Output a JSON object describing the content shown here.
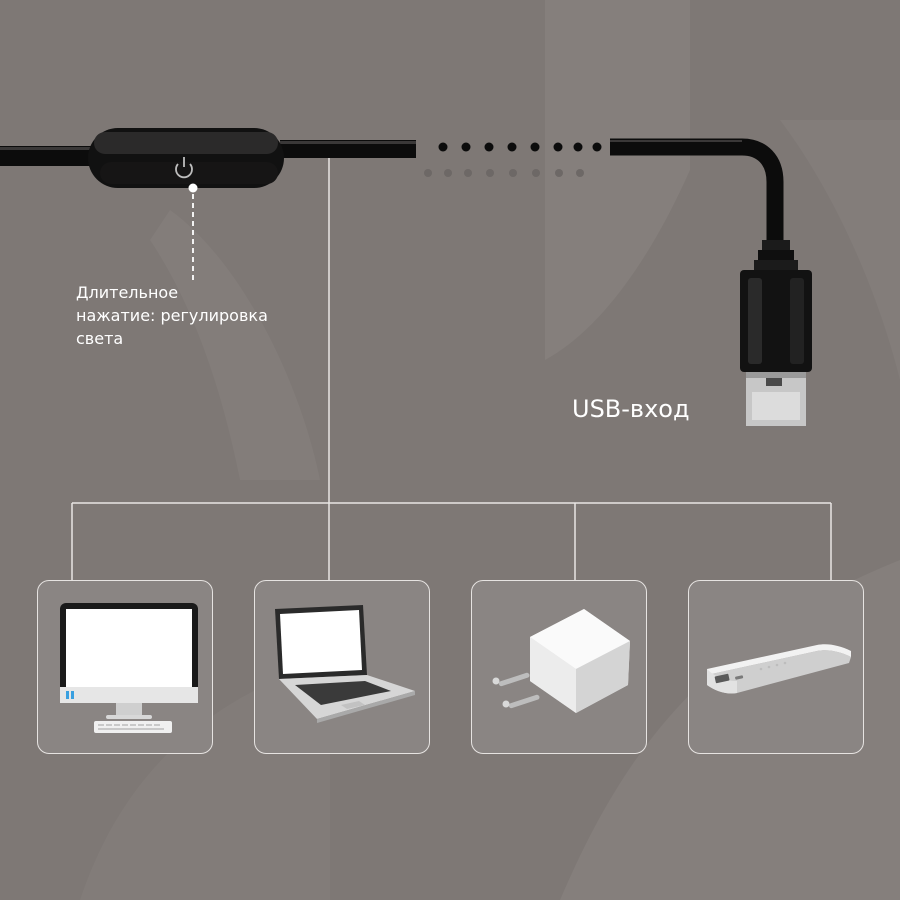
{
  "annotations": {
    "long_press": [
      "Длительное",
      "нажатие: регулировка",
      "света"
    ],
    "usb_input": "USB-вход"
  },
  "devices": [
    {
      "icon": "desktop-computer-icon"
    },
    {
      "icon": "laptop-icon"
    },
    {
      "icon": "wall-charger-icon"
    },
    {
      "icon": "power-bank-icon"
    }
  ],
  "colors": {
    "background": "#7e7875",
    "tile_border": "#e6e3e1",
    "tile_fill": "#8a8583",
    "cable": "#0c0c0c",
    "connector_line": "#e8e6e4"
  }
}
